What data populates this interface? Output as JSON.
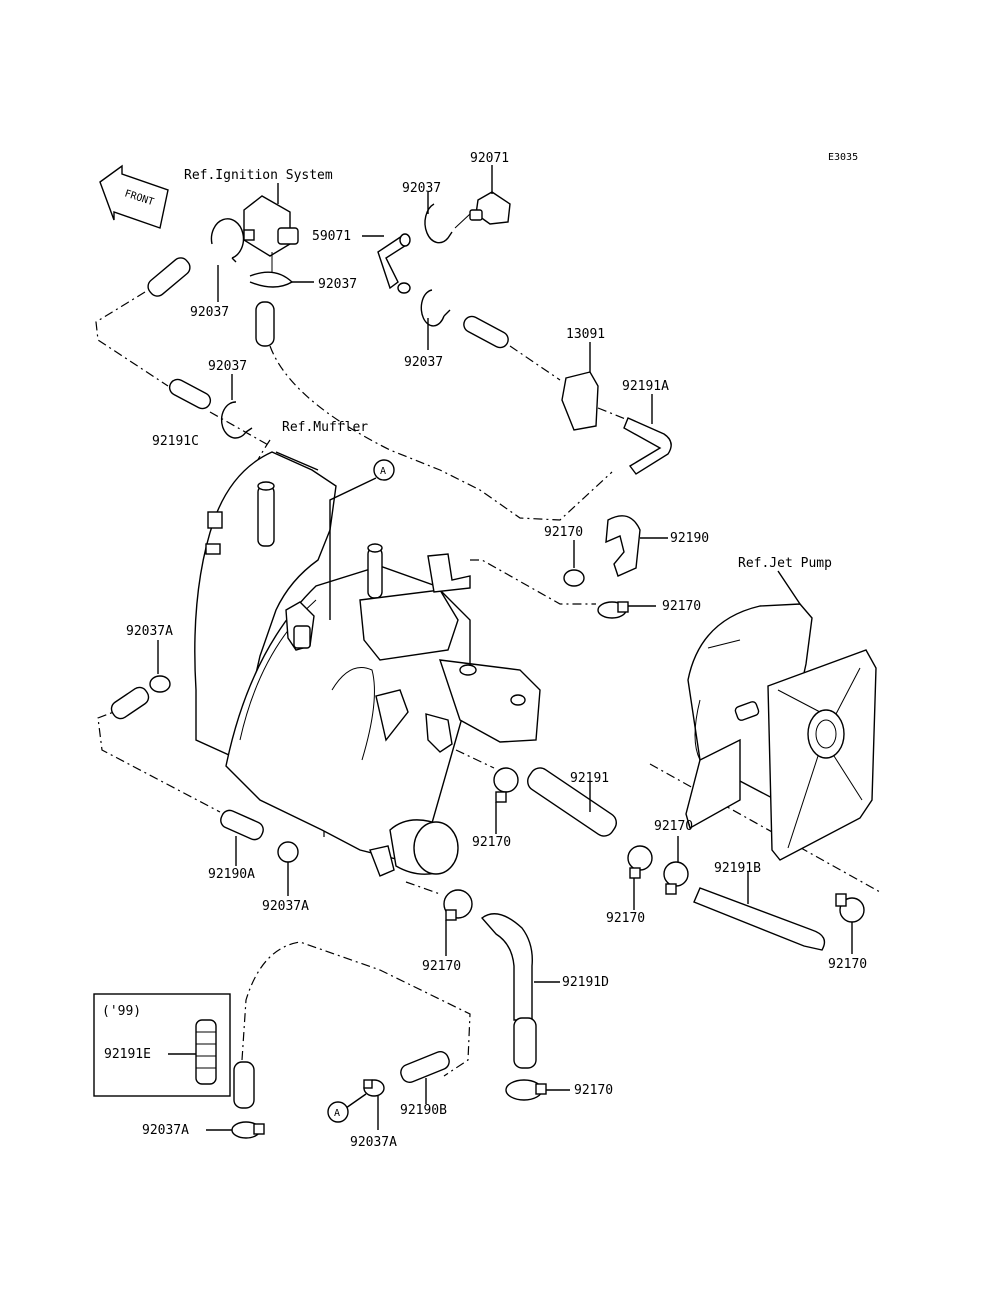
{
  "diagram_code": "E3035",
  "front_label": "FRONT",
  "references": {
    "ignition": "Ref.Ignition System",
    "muffler": "Ref.Muffler",
    "jet_pump": "Ref.Jet Pump"
  },
  "marker_a": "A",
  "inset_year": "('99)",
  "parts": {
    "p92071": "92071",
    "p92037_a": "92037",
    "p92037_b": "92037",
    "p92037_c": "92037",
    "p92037_d": "92037",
    "p92037_e": "92037",
    "p59071": "59071",
    "p13091": "13091",
    "p92191A": "92191A",
    "p92191C": "92191C",
    "p92170_a": "92170",
    "p92190": "92190",
    "p92170_b": "92170",
    "p92037A_a": "92037A",
    "p92191": "92191",
    "p92170_c": "92170",
    "p92170_d": "92170",
    "p92190A": "92190A",
    "p92037A_b": "92037A",
    "p92170_e": "92170",
    "p92191B": "92191B",
    "p92170_f": "92170",
    "p92170_g": "92170",
    "p92191D": "92191D",
    "p92191E": "92191E",
    "p92170_h": "92170",
    "p92037A_c": "92037A",
    "p92190B": "92190B",
    "p92037A_d": "92037A"
  }
}
